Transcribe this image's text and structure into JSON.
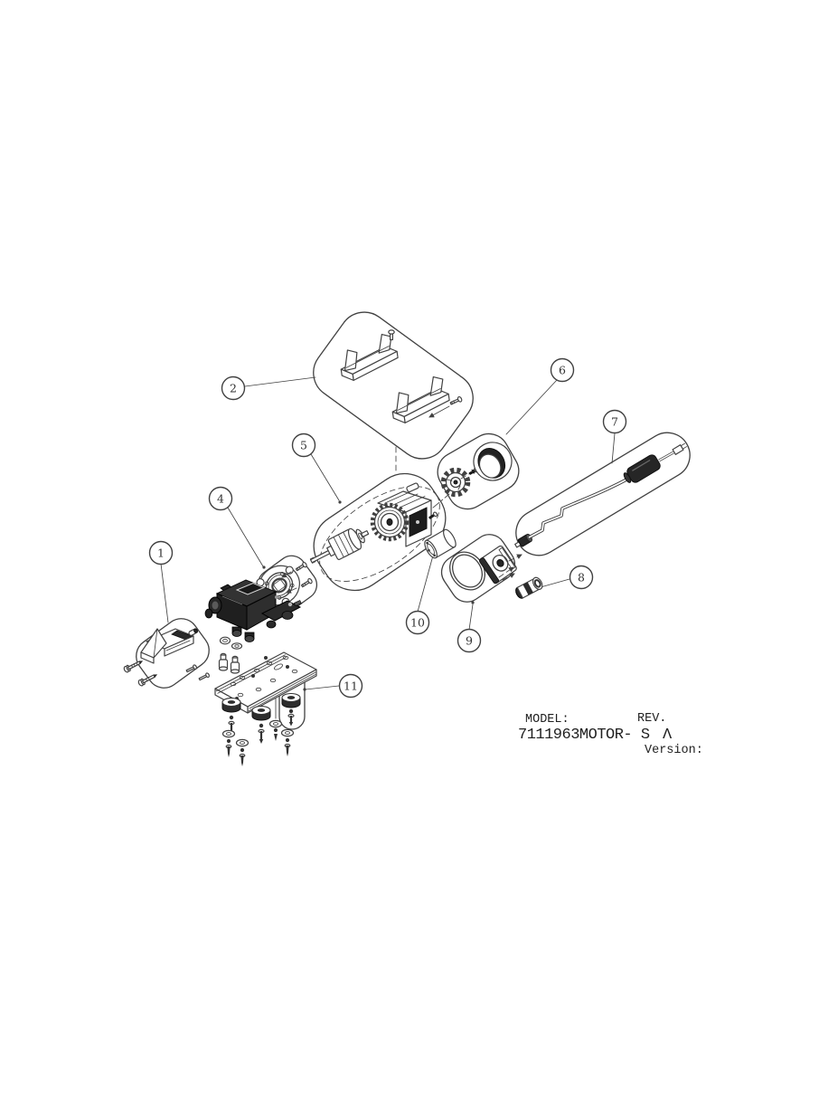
{
  "title_block": {
    "model_label": "MODEL:",
    "rev_label": "REV.",
    "model_value": "7111963MOTOR- S",
    "rev_value": "Λ",
    "version_label": "Version:"
  },
  "callouts": {
    "c1": "1",
    "c2": "2",
    "c4": "4",
    "c5": "5",
    "c6": "6",
    "c7": "7",
    "c8": "8",
    "c9": "9",
    "c10": "10",
    "c11": "11"
  },
  "colors": {
    "line": "#414141",
    "dark_fill": "#262626",
    "background": "#ffffff"
  }
}
